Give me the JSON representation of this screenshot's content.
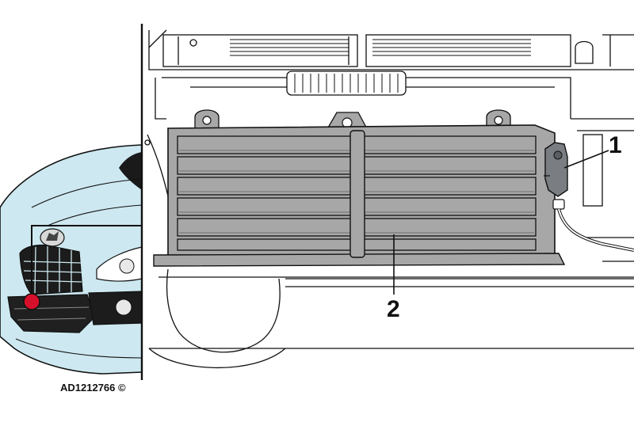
{
  "callouts": {
    "one": "1",
    "two": "2"
  },
  "reference_code": "AD1212766 ©",
  "colors": {
    "car_body": "#cde8f0",
    "shutter_gray": "#a7a7a7",
    "actuator": "#7a7e82",
    "marker_red": "#d6102a",
    "line": "#111111"
  }
}
